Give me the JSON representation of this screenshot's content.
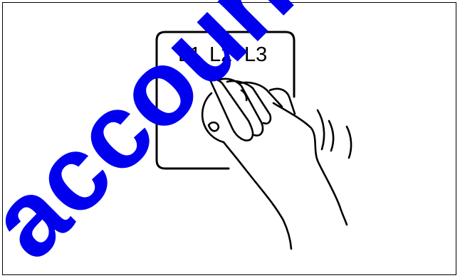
{
  "diagram": {
    "labels": [
      "L1",
      "L2",
      "L3"
    ]
  },
  "watermark": {
    "text": "account",
    "color": "#0000ee"
  },
  "colors": {
    "line": "#000000",
    "background": "#ffffff"
  }
}
